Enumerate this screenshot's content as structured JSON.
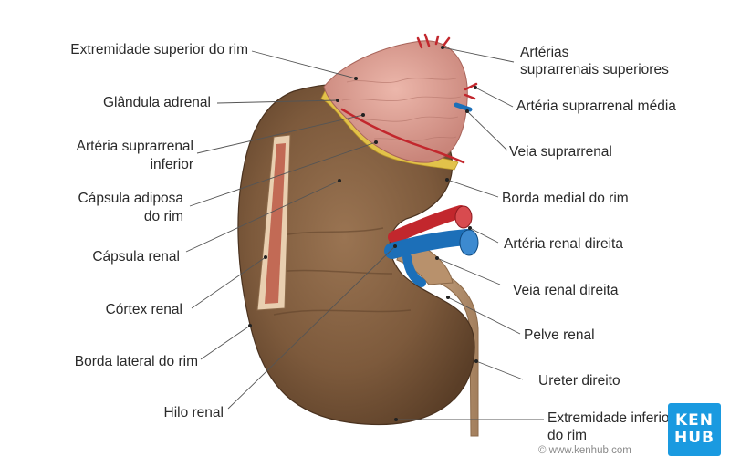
{
  "labels": {
    "left": [
      "Extremidade superior do rim",
      "Glândula adrenal",
      "Artéria suprarrenal",
      "inferior",
      "Cápsula adiposa",
      "do rim",
      "Cápsula renal",
      "Córtex renal",
      "Borda lateral do rim",
      "Hilo renal"
    ],
    "right": [
      "Artérias",
      "suprarrenais superiores",
      "Artéria suprarrenal média",
      "Veia suprarrenal",
      "Borda medial do rim",
      "Artéria renal direita",
      "Veia renal direita",
      "Pelve renal",
      "Ureter direito",
      "Extremidade inferior",
      "do rim"
    ]
  },
  "logo": {
    "line1": "KEN",
    "line2": "HUB"
  },
  "copyright": "© www.kenhub.com",
  "colors": {
    "kidney": "#7d5a3c",
    "adrenal": "#d99a8e",
    "artery": "#c2272d",
    "vein": "#1c6fb8",
    "fat": "#e2c24a",
    "logo": "#1a9ae0"
  }
}
